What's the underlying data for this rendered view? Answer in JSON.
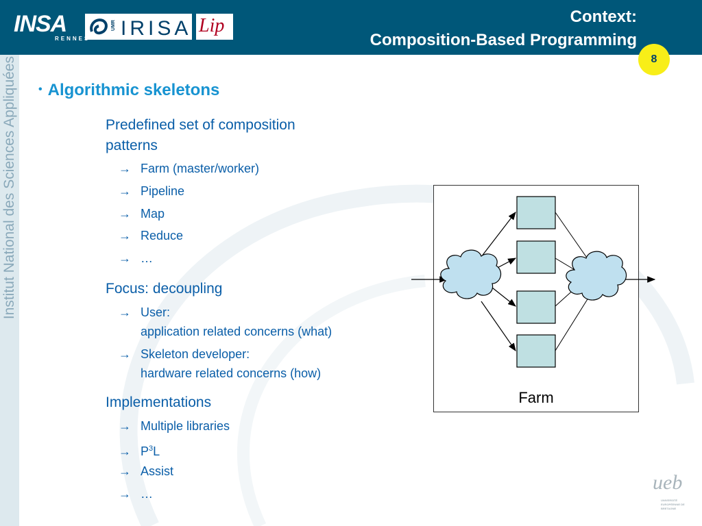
{
  "header": {
    "logo_insa": "INSA",
    "logo_insa_sub": "RENNES",
    "logo_irisa_umr": "UMR",
    "logo_irisa": "IRISA",
    "logo_lip": "Lip",
    "title_line1": "Context:",
    "title_line2": "Composition-Based Programming",
    "page_number": "8"
  },
  "sidebar": {
    "text": "Institut National des Sciences Appliquées"
  },
  "content": {
    "bullet": "Algorithmic skeletons",
    "sections": [
      {
        "heading": "Predefined set of composition",
        "heading_cont": "patterns",
        "items": [
          "Farm (master/worker)",
          "Pipeline",
          "Map",
          "Reduce",
          "…"
        ]
      },
      {
        "heading": "Focus: decoupling",
        "items": [
          {
            "label": "User:",
            "cont": "application related concerns (what)"
          },
          {
            "label": "Skeleton developer:",
            "cont": "hardware related concerns (how)"
          }
        ]
      },
      {
        "heading": "Implementations",
        "items": [
          "Multiple libraries",
          "P",
          "Assist",
          "…"
        ],
        "p3l_sup": "3",
        "p3l_tail": "L"
      }
    ]
  },
  "figure": {
    "label": "Farm"
  },
  "footer_logo": {
    "ue": "ueb",
    "sub": "UNIVERSITÉ EUROPÉENNE DE BRETAGNE"
  },
  "colors": {
    "header_bg": "#005779",
    "accent": "#1793d1",
    "text": "#0a5ea8",
    "badge": "#f8ee18",
    "worker_fill": "#bfe0e2",
    "cloud_fill": "#bfe0ef"
  }
}
